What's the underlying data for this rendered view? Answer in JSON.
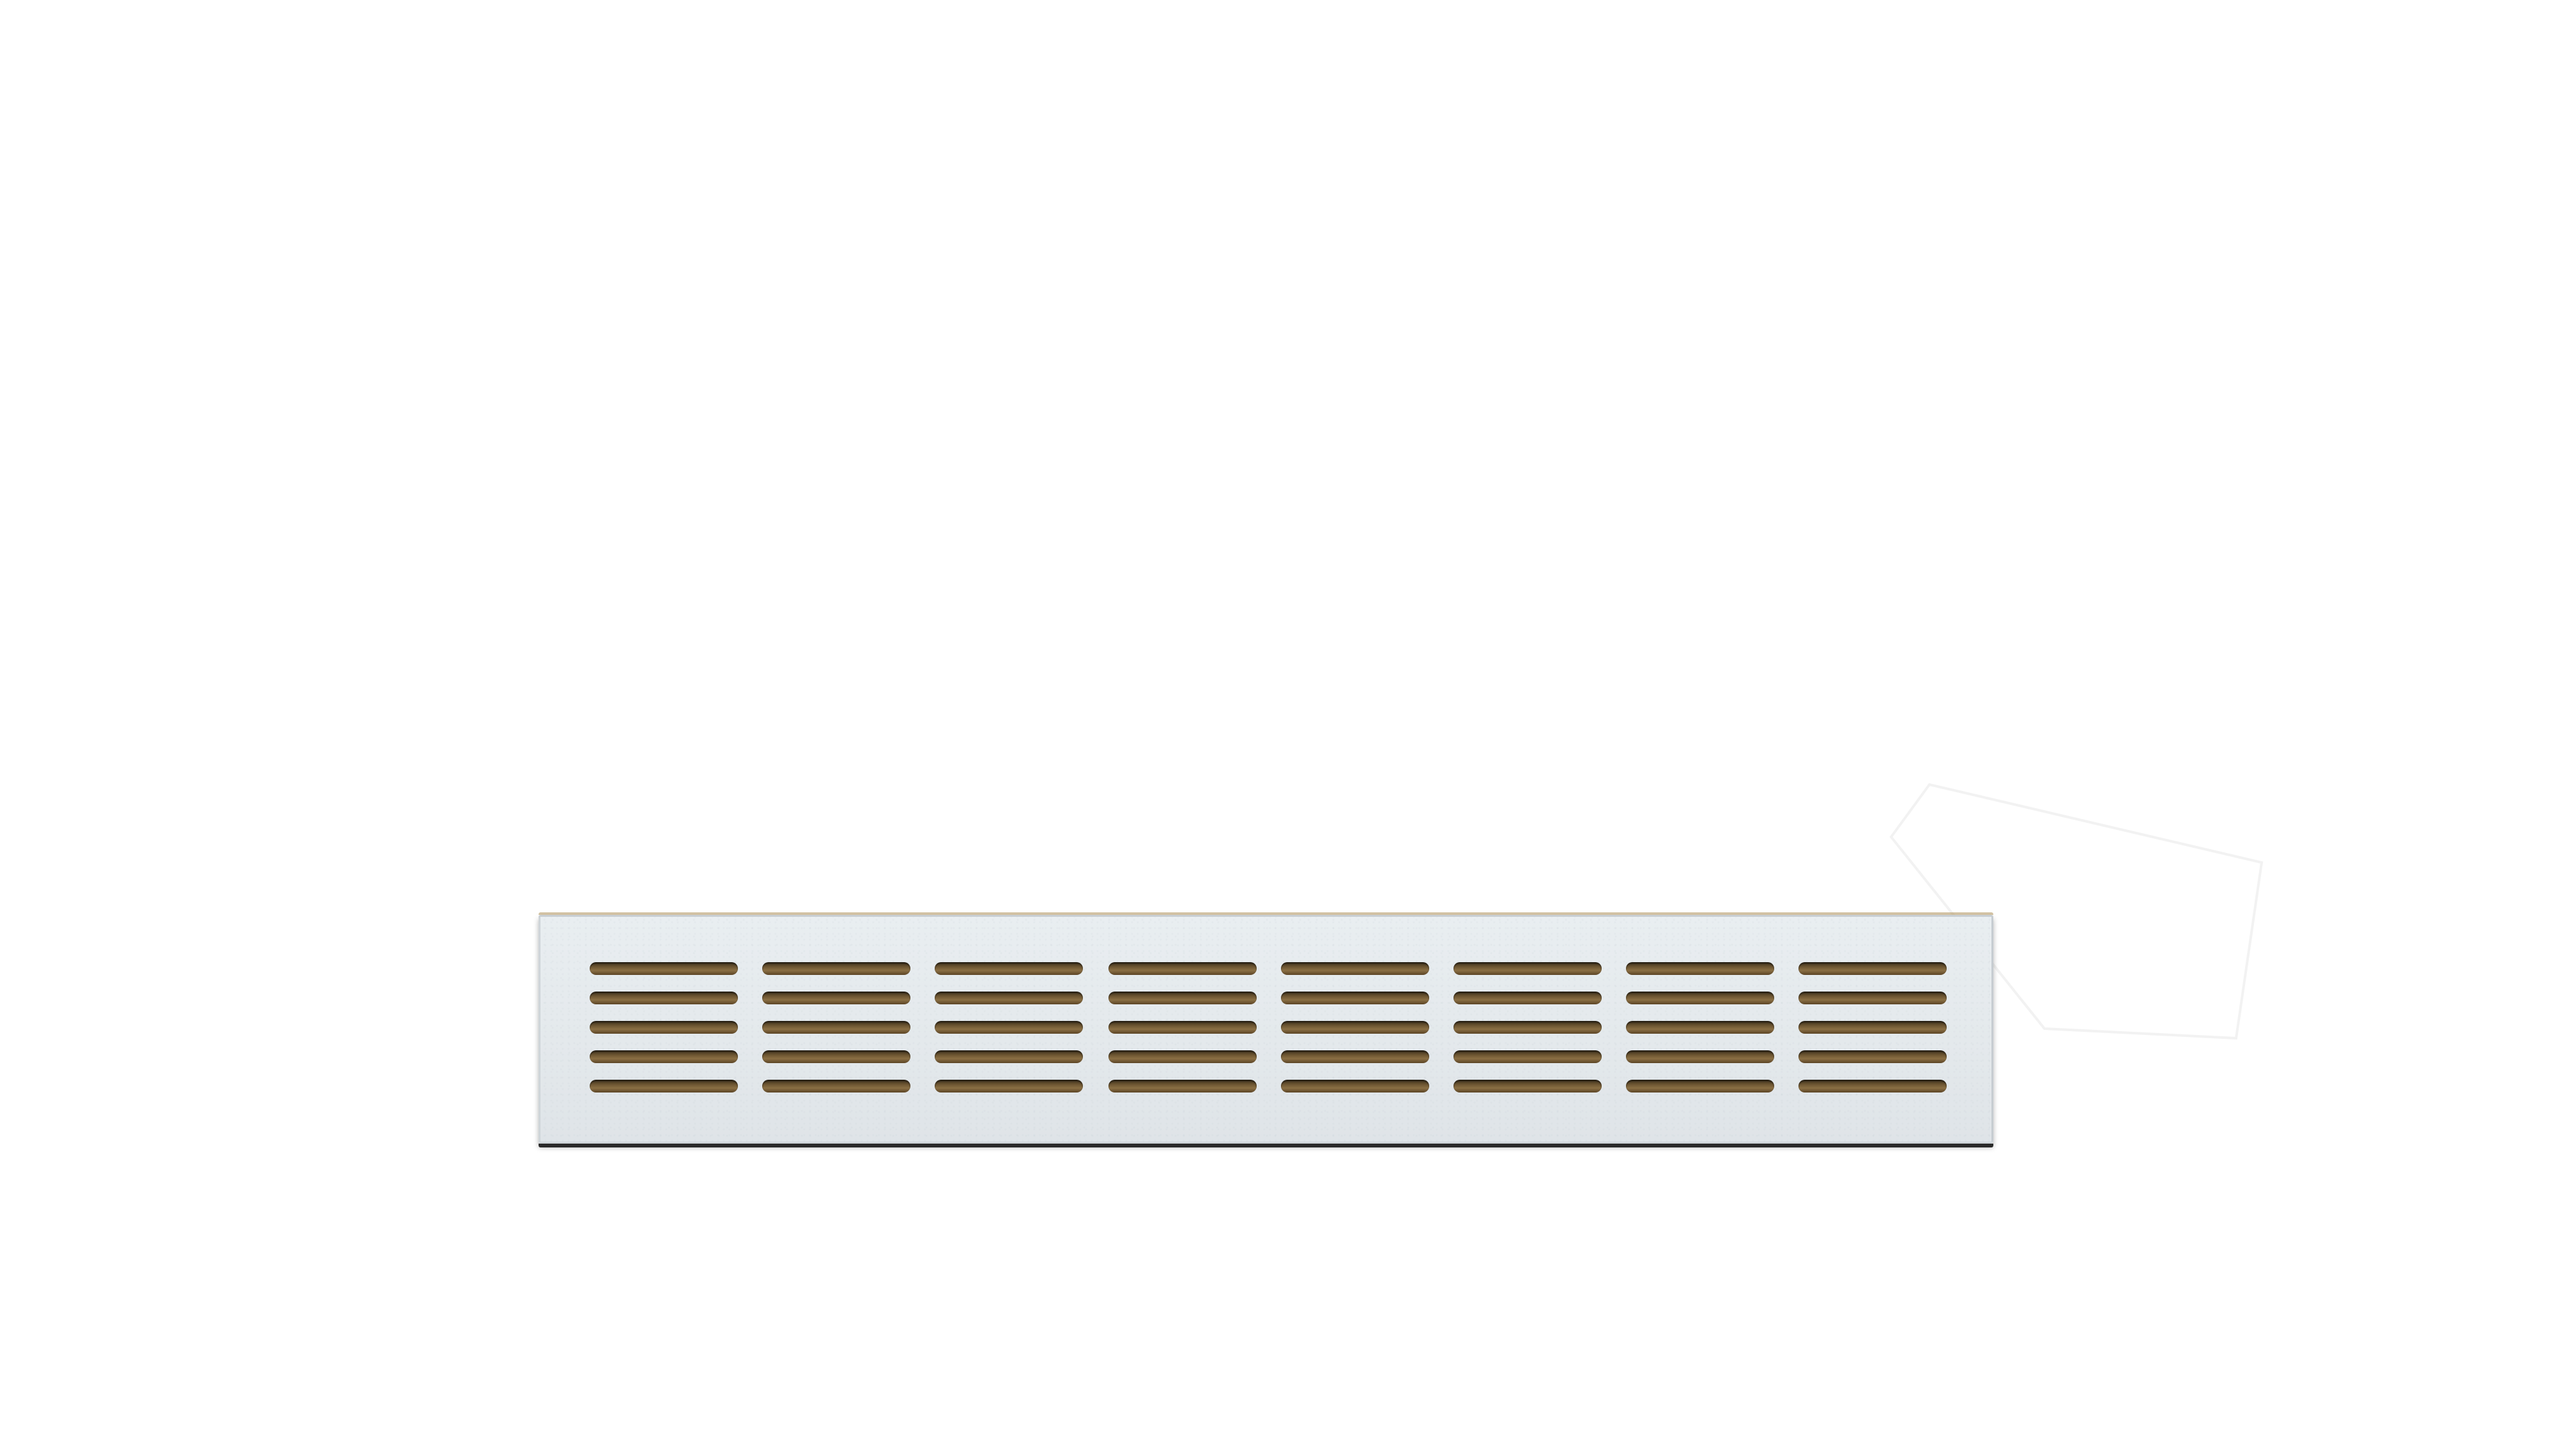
{
  "scene": {
    "description_label": "",
    "object": "ventilation-grille",
    "colors": {
      "background": "#ffffff",
      "grille_face": "#e6ebee",
      "slot_interior": "#7a6038"
    },
    "grille": {
      "slot_column_count": 8,
      "slots_per_column": 5
    }
  }
}
